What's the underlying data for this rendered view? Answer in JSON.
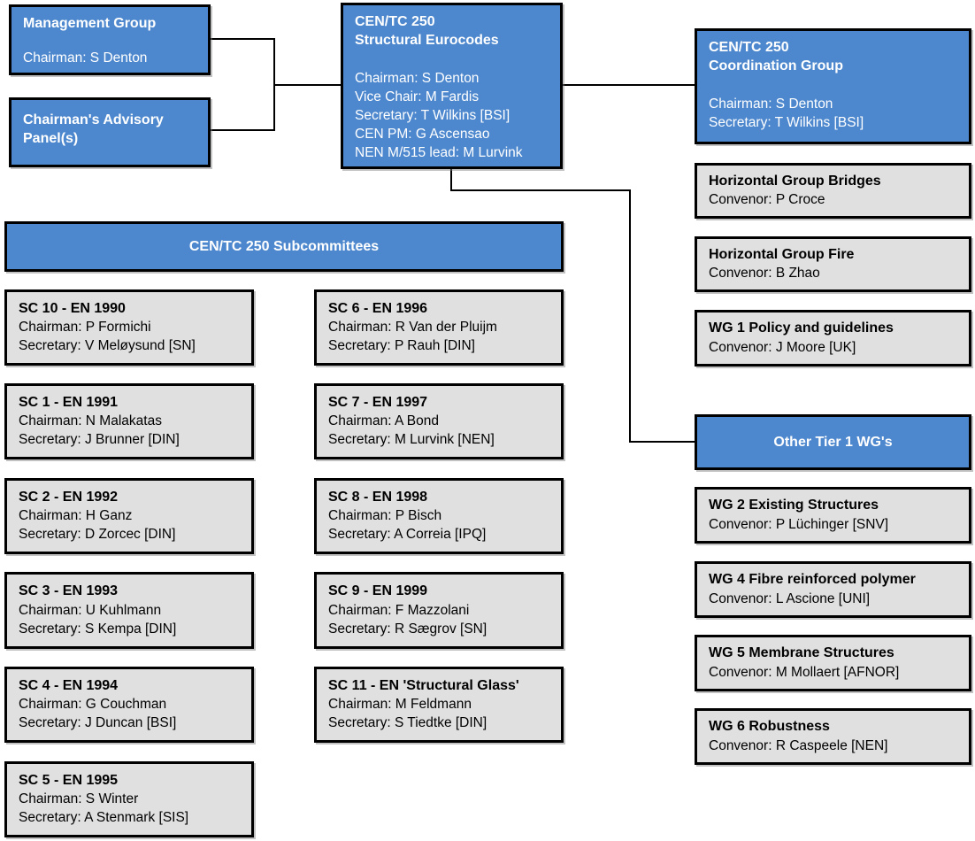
{
  "colors": {
    "box_blue": "#4d87cd",
    "box_grey": "#e0e0e0",
    "border": "#000000",
    "text_on_blue": "#ffffff",
    "text_on_grey": "#000000"
  },
  "org": {
    "management_group": {
      "title": "Management Group",
      "detail": "Chairman: S Denton"
    },
    "advisory_panel": {
      "title": "Chairman's Advisory Panel(s)"
    },
    "tc250": {
      "title1": "CEN/TC 250",
      "title2": "Structural Eurocodes",
      "details": [
        "Chairman: S Denton",
        "Vice Chair: M Fardis",
        "Secretary: T Wilkins [BSI]",
        "CEN PM: G Ascensao",
        "NEN M/515 lead: M Lurvink"
      ]
    },
    "coordination": {
      "title1": "CEN/TC 250",
      "title2": "Coordination Group",
      "details": [
        "Chairman: S Denton",
        "Secretary: T Wilkins [BSI]"
      ]
    },
    "tier1_right": [
      {
        "title": "Horizontal Group Bridges",
        "convenor": "Convenor: P Croce"
      },
      {
        "title": "Horizontal Group Fire",
        "convenor": "Convenor: B Zhao"
      },
      {
        "title": "WG 1 Policy and guidelines",
        "convenor": "Convenor: J Moore [UK]"
      }
    ],
    "other_banner": "Other Tier 1 WG's",
    "other_wgs": [
      {
        "title": "WG 2 Existing Structures",
        "convenor": "Convenor: P Lüchinger [SNV]"
      },
      {
        "title": "WG 4 Fibre reinforced polymer",
        "convenor": "Convenor: L Ascione [UNI]"
      },
      {
        "title": "WG 5 Membrane Structures",
        "convenor": "Convenor: M Mollaert [AFNOR]"
      },
      {
        "title": "WG 6 Robustness",
        "convenor": "Convenor: R Caspeele [NEN]"
      }
    ],
    "sc_banner": "CEN/TC 250 Subcommittees",
    "sc_left": [
      {
        "title": "SC 10 - EN 1990",
        "chairman": "Chairman: P Formichi",
        "secretary": "Secretary: V Meløysund [SN]"
      },
      {
        "title": "SC 1 - EN 1991",
        "chairman": "Chairman: N Malakatas",
        "secretary": "Secretary: J Brunner [DIN]"
      },
      {
        "title": "SC 2 - EN 1992",
        "chairman": "Chairman: H Ganz",
        "secretary": "Secretary: D Zorcec [DIN]"
      },
      {
        "title": "SC 3 - EN 1993",
        "chairman": "Chairman: U Kuhlmann",
        "secretary": "Secretary: S Kempa [DIN]"
      },
      {
        "title": "SC 4 - EN 1994",
        "chairman": "Chairman: G Couchman",
        "secretary": "Secretary: J Duncan [BSI]"
      },
      {
        "title": "SC 5 - EN 1995",
        "chairman": "Chairman: S Winter",
        "secretary": "Secretary: A Stenmark [SIS]"
      }
    ],
    "sc_mid": [
      {
        "title": "SC 6 - EN 1996",
        "chairman": "Chairman: R Van der Pluijm",
        "secretary": "Secretary: P Rauh [DIN]"
      },
      {
        "title": "SC 7 - EN 1997",
        "chairman": "Chairman: A Bond",
        "secretary": "Secretary: M Lurvink [NEN]"
      },
      {
        "title": "SC 8 - EN 1998",
        "chairman": "Chairman: P Bisch",
        "secretary": "Secretary: A Correia [IPQ]"
      },
      {
        "title": "SC 9 - EN 1999",
        "chairman": "Chairman: F Mazzolani",
        "secretary": "Secretary: R Sægrov [SN]"
      },
      {
        "title": "SC 11 - EN 'Structural Glass'",
        "chairman": "Chairman: M Feldmann",
        "secretary": "Secretary: S Tiedtke [DIN]"
      }
    ]
  }
}
